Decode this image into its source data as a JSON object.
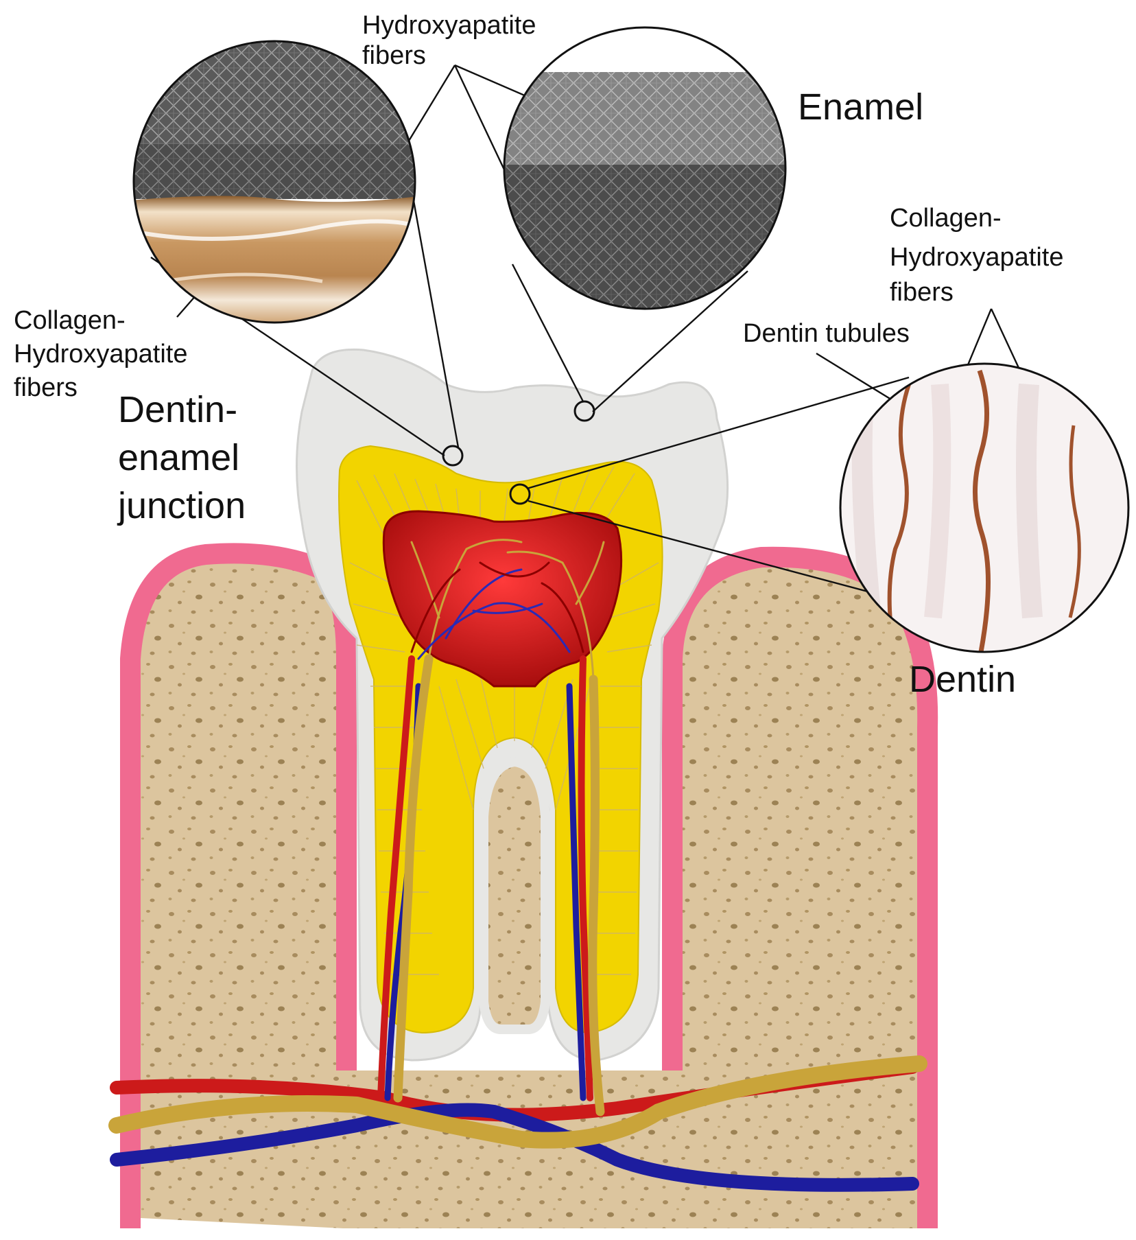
{
  "labels": {
    "hydroxyapatite_fibers_line1": "Hydroxyapatite",
    "hydroxyapatite_fibers_line2": "fibers",
    "enamel": "Enamel",
    "collagen_left_line1": "Collagen-",
    "collagen_left_line2": "Hydroxyapatite",
    "collagen_left_line3": "fibers",
    "dej_line1": "Dentin-",
    "dej_line2": "enamel",
    "dej_line3": "junction",
    "collagen_right_line1": "Collagen-",
    "collagen_right_line2": "Hydroxyapatite",
    "collagen_right_line3": "fibers",
    "dentin_tubules": "Dentin tubules",
    "dentin": "Dentin"
  },
  "colors": {
    "gum": "#f0698f",
    "bone": "#d9c29a",
    "enamel": "#e6e6e4",
    "dentin": "#f2d500",
    "pulp": "#d21818",
    "artery": "#cc1a1a",
    "vein": "#1d1d9e",
    "nerve": "#c9a43a",
    "mesh": "#5e5e5e",
    "collagen_band": "#c9955a",
    "tubule": "#a0522d"
  }
}
